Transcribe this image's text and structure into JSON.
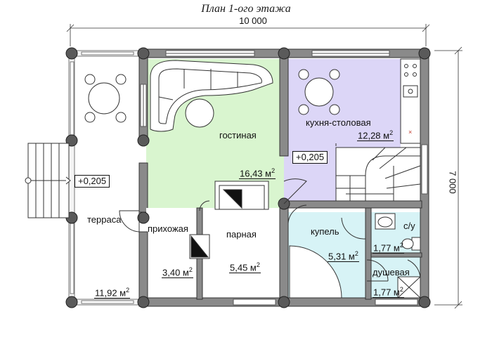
{
  "title": "План 1-ого этажа",
  "dimensions": {
    "width": "10 000",
    "depth": "7 000"
  },
  "rooms": {
    "living": {
      "name": "гостиная",
      "area": "16,43 м",
      "sup": "2"
    },
    "kitchen": {
      "name": "кухня-столовая",
      "area": "12,28 м",
      "sup": "2"
    },
    "terrace": {
      "name": "терраса",
      "area": "11,92 м",
      "sup": "2"
    },
    "hall": {
      "name": "прихожая",
      "area": "3,40 м",
      "sup": "2"
    },
    "steam": {
      "name": "парная",
      "area": "5,45 м",
      "sup": "2"
    },
    "plunge": {
      "name": "купель",
      "area": "5,31 м",
      "sup": "2"
    },
    "wc": {
      "name": "с/у",
      "area": "1,77 м",
      "sup": "2"
    },
    "shower": {
      "name": "душевая",
      "area": "1,77 м",
      "sup": "2"
    }
  },
  "levels": {
    "terrace": "+0,205",
    "kitchen": "+0,205"
  },
  "colors": {
    "living": "#d9f5cf",
    "kitchen": "#dcd6f7",
    "wet": "#d7f3f6",
    "wall": "#8a8a8a",
    "post": "#5a5a5a"
  }
}
